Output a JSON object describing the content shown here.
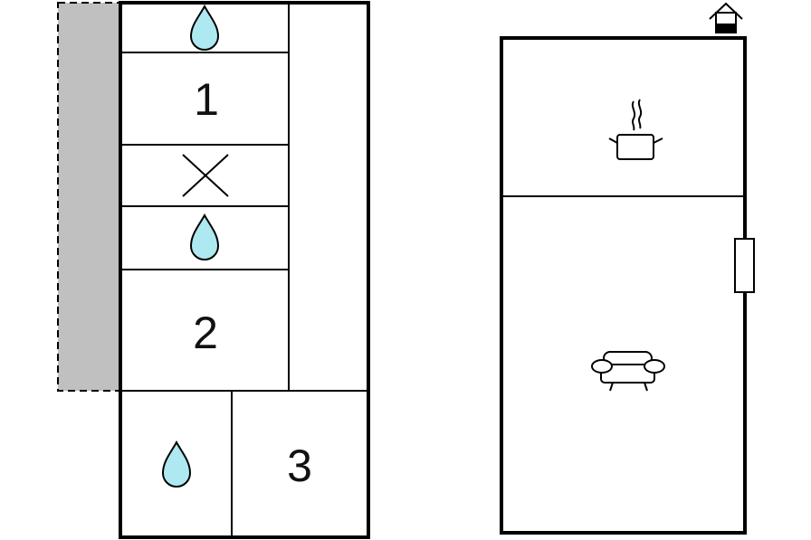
{
  "rooms": {
    "room_1": {
      "label": "1"
    },
    "room_2": {
      "label": "2"
    },
    "room_3": {
      "label": "3"
    }
  },
  "icons": {
    "bathroom": "water-drop-icon",
    "toilet": "cross-icon",
    "kitchen": "cooking-pot-icon",
    "living": "sofa-icon",
    "entrance": "house-icon",
    "window": "window-icon"
  },
  "colors": {
    "water_drop": "#aee8f0",
    "terrace": "#c0c0c0",
    "walls": "#000000"
  }
}
